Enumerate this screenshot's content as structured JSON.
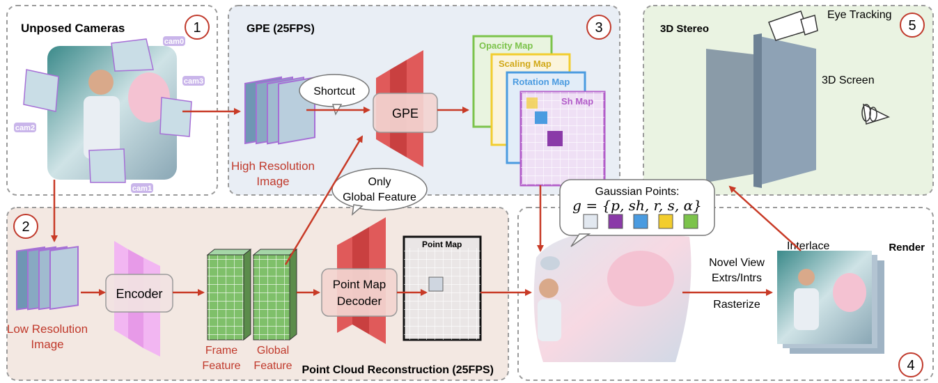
{
  "panels": {
    "p1": {
      "title": "Unposed Cameras",
      "number": "1"
    },
    "p2": {
      "title": "Point Cloud Reconstruction (25FPS)",
      "number": "2"
    },
    "p3": {
      "title": "GPE (25FPS)",
      "number": "3"
    },
    "p4": {
      "title": "Render",
      "number": "4"
    },
    "p5": {
      "title": "3D Stereo",
      "number": "5"
    }
  },
  "cameras": [
    "cam0",
    "cam1",
    "cam2",
    "cam3"
  ],
  "gpe": {
    "high_res_line1": "High Resolution",
    "high_res_line2": "Image",
    "shortcut": "Shortcut",
    "module": "GPE",
    "maps": [
      "Opacity Map",
      "Scaling Map",
      "Rotation Map",
      "Sh Map"
    ],
    "map_colors": [
      "#7cc34b",
      "#f2cd2e",
      "#4a9be0",
      "#b25cc9"
    ],
    "only_line1": "Only",
    "only_line2": "Global Feature"
  },
  "recon": {
    "low_res_line1": "Low Resolution",
    "low_res_line2": "Image",
    "encoder": "Encoder",
    "frame_line1": "Frame",
    "frame_line2": "Feature",
    "global_line1": "Global",
    "global_line2": "Feature",
    "decoder_line1": "Point Map",
    "decoder_line2": "Decoder",
    "point_map": "Point Map"
  },
  "render": {
    "gaussian_title": "Gaussian Points:",
    "gaussian_formula": "g = {p, sh, r, s, α}",
    "novel_line1": "Novel View",
    "novel_line2": "Extrs/Intrs",
    "rasterize": "Rasterize",
    "interlace": "Interlace"
  },
  "stereo": {
    "eye_tracking": "Eye Tracking",
    "screen": "3D Screen"
  },
  "colors": {
    "arrow": "#c83a26",
    "label_red": "#c0392b",
    "cam_purple": "#a66fd6",
    "panel1_bg": "#ffffff",
    "panel2_bg": "#f3e8e2",
    "panel3_bg": "#e9eef5",
    "panel5_bg": "#eaf3e2"
  }
}
